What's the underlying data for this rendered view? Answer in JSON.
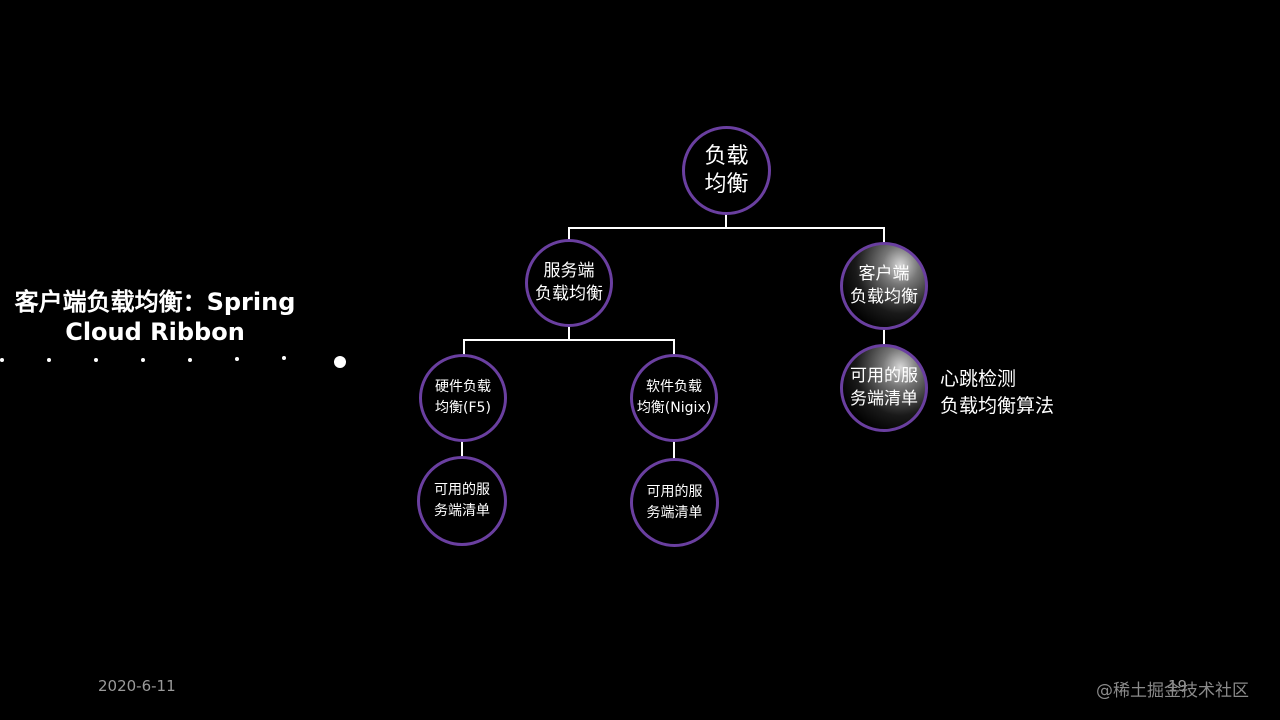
{
  "slide": {
    "title_line1": "客户端负载均衡：Spring",
    "title_line2": "Cloud Ribbon"
  },
  "diagram": {
    "root": {
      "line1": "负载",
      "line2": "均衡"
    },
    "server_side": {
      "line1": "服务端",
      "line2": "负载均衡"
    },
    "client_side": {
      "line1": "客户端",
      "line2": "负载均衡"
    },
    "hardware_lb": {
      "line1": "硬件负载",
      "line2": "均衡(F5)"
    },
    "software_lb": {
      "line1": "软件负载",
      "line2": "均衡(Nigix)"
    },
    "hw_service_list": {
      "line1": "可用的服",
      "line2": "务端清单"
    },
    "sw_service_list": {
      "line1": "可用的服",
      "line2": "务端清单"
    },
    "client_service_list": {
      "line1": "可用的服",
      "line2": "务端清单"
    },
    "client_notes": {
      "line1": "心跳检测",
      "line2": "负载均衡算法"
    }
  },
  "footer": {
    "date": "2020-6-11",
    "page_number": "19",
    "watermark": "@稀土掘金技术社区"
  },
  "colors": {
    "background": "#000000",
    "node_border": "#6a3fa0",
    "text": "#ffffff",
    "footer_text": "#9a9a9a"
  }
}
